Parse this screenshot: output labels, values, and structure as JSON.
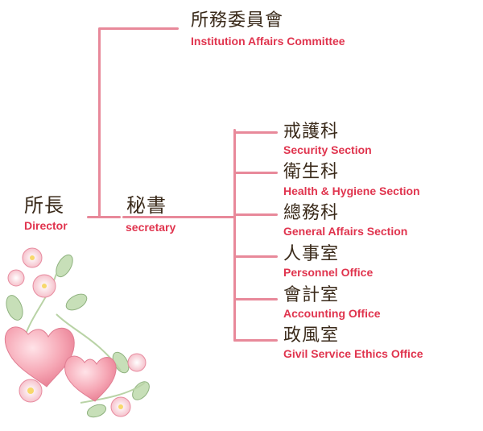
{
  "committee": {
    "zh": "所務委員會",
    "en": "Institution Affairs Committee"
  },
  "director": {
    "zh": "所長",
    "en": "Director"
  },
  "secretary": {
    "zh": "秘書",
    "en": "secretary"
  },
  "units": [
    {
      "zh": "戒護科",
      "en": "Security Section"
    },
    {
      "zh": "衛生科",
      "en": "Health & Hygiene Section"
    },
    {
      "zh": "總務科",
      "en": "General Affairs Section"
    },
    {
      "zh": "人事室",
      "en": "Personnel Office"
    },
    {
      "zh": "會計室",
      "en": "Accounting Office"
    },
    {
      "zh": "政風室",
      "en": "Givil Service Ethics Office"
    }
  ],
  "colors": {
    "line": "#e8899a",
    "english_text": "#e0344e",
    "chinese_text": "#3a2a1a"
  },
  "decoration": "pink-hearts-and-flowers-illustration"
}
